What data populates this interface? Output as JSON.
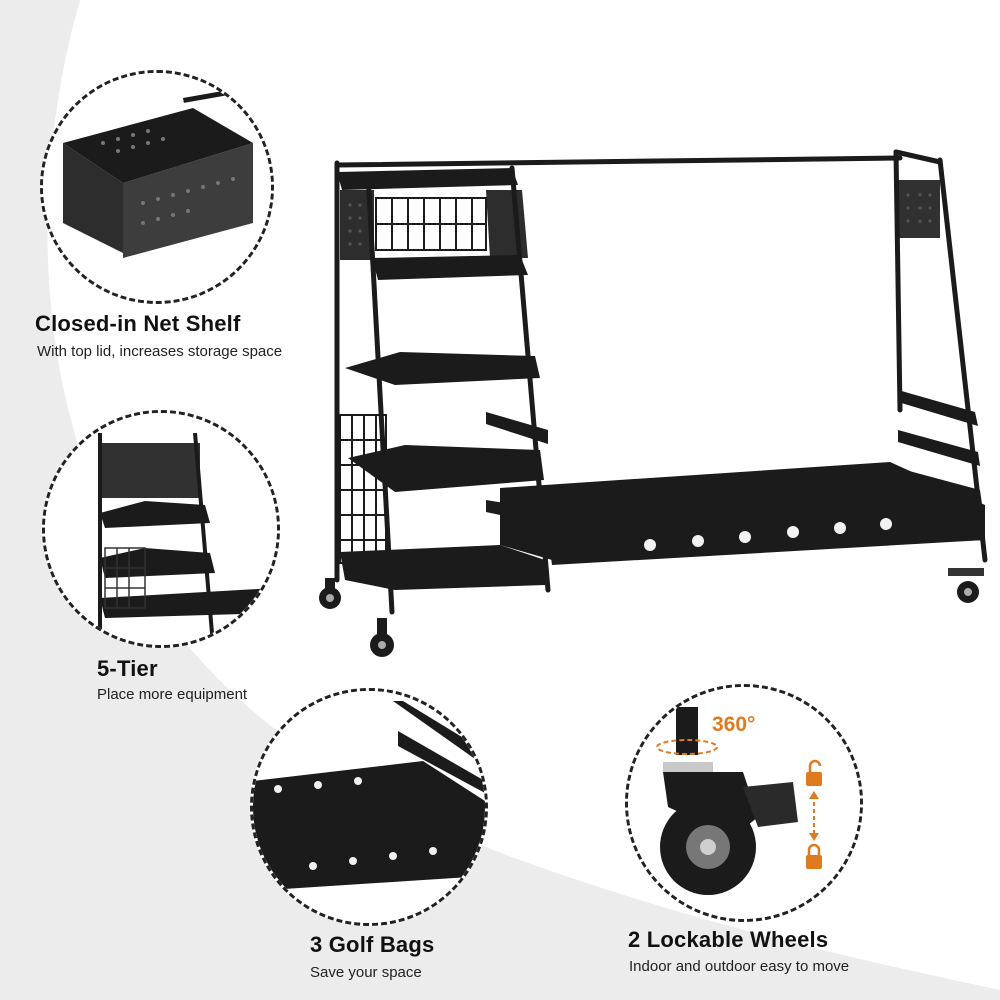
{
  "features": [
    {
      "title": "Closed-in Net Shelf",
      "subtitle": "With top lid, increases storage space",
      "icon": "net-shelf-closeup"
    },
    {
      "title": "5-Tier",
      "subtitle": "Place more equipment",
      "icon": "tier-closeup"
    },
    {
      "title": "3 Golf Bags",
      "subtitle": "Save your space",
      "icon": "golf-bag-tray-closeup"
    },
    {
      "title": "2 Lockable Wheels",
      "subtitle": "Indoor and outdoor easy to move",
      "icon": "wheel-closeup"
    }
  ],
  "wheel_callout": {
    "rotation_label": "360°",
    "accent_color": "#e07a1f",
    "lock_states": [
      "unlocked-icon",
      "locked-icon"
    ]
  },
  "colors": {
    "background_swoosh": "#ececec",
    "product": "#1b1b1b",
    "dashed_border": "#222222"
  }
}
